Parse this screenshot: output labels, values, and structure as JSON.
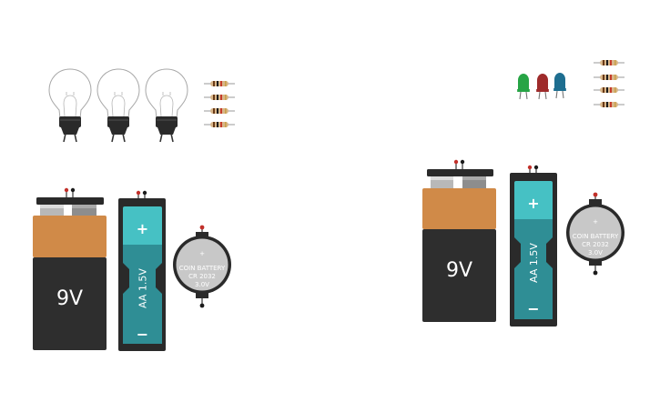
{
  "left_panel": {
    "bulbs": 3,
    "resistors": 4,
    "battery_9v": {
      "label": "9V",
      "colors": {
        "top": "#d08a48",
        "body": "#2e2e2e",
        "cap": "#2a2a2a"
      }
    },
    "battery_aa": {
      "label": "AA 1.5V",
      "plus": "+",
      "minus": "−",
      "colors": {
        "holder": "#2a2a2a",
        "cell": "#2f8e95",
        "tip": "#46c1c4"
      }
    },
    "coin_cell": {
      "line1": "COIN BATTERY",
      "line2": "CR 2032",
      "line3": "3.0V",
      "colors": {
        "cell": "#c8c8c8",
        "rim": "#2a2a2a"
      }
    }
  },
  "right_panel": {
    "leds": [
      {
        "color": "#27a445",
        "name": "green"
      },
      {
        "color": "#9e2b2b",
        "name": "red"
      },
      {
        "color": "#1e6e90",
        "name": "blue"
      }
    ],
    "resistors": 4,
    "battery_9v": {
      "label": "9V"
    },
    "battery_aa": {
      "label": "AA 1.5V",
      "plus": "+",
      "minus": "−"
    },
    "coin_cell": {
      "line1": "COIN BATTERY",
      "line2": "CR 2032",
      "line3": "3.0V"
    }
  }
}
